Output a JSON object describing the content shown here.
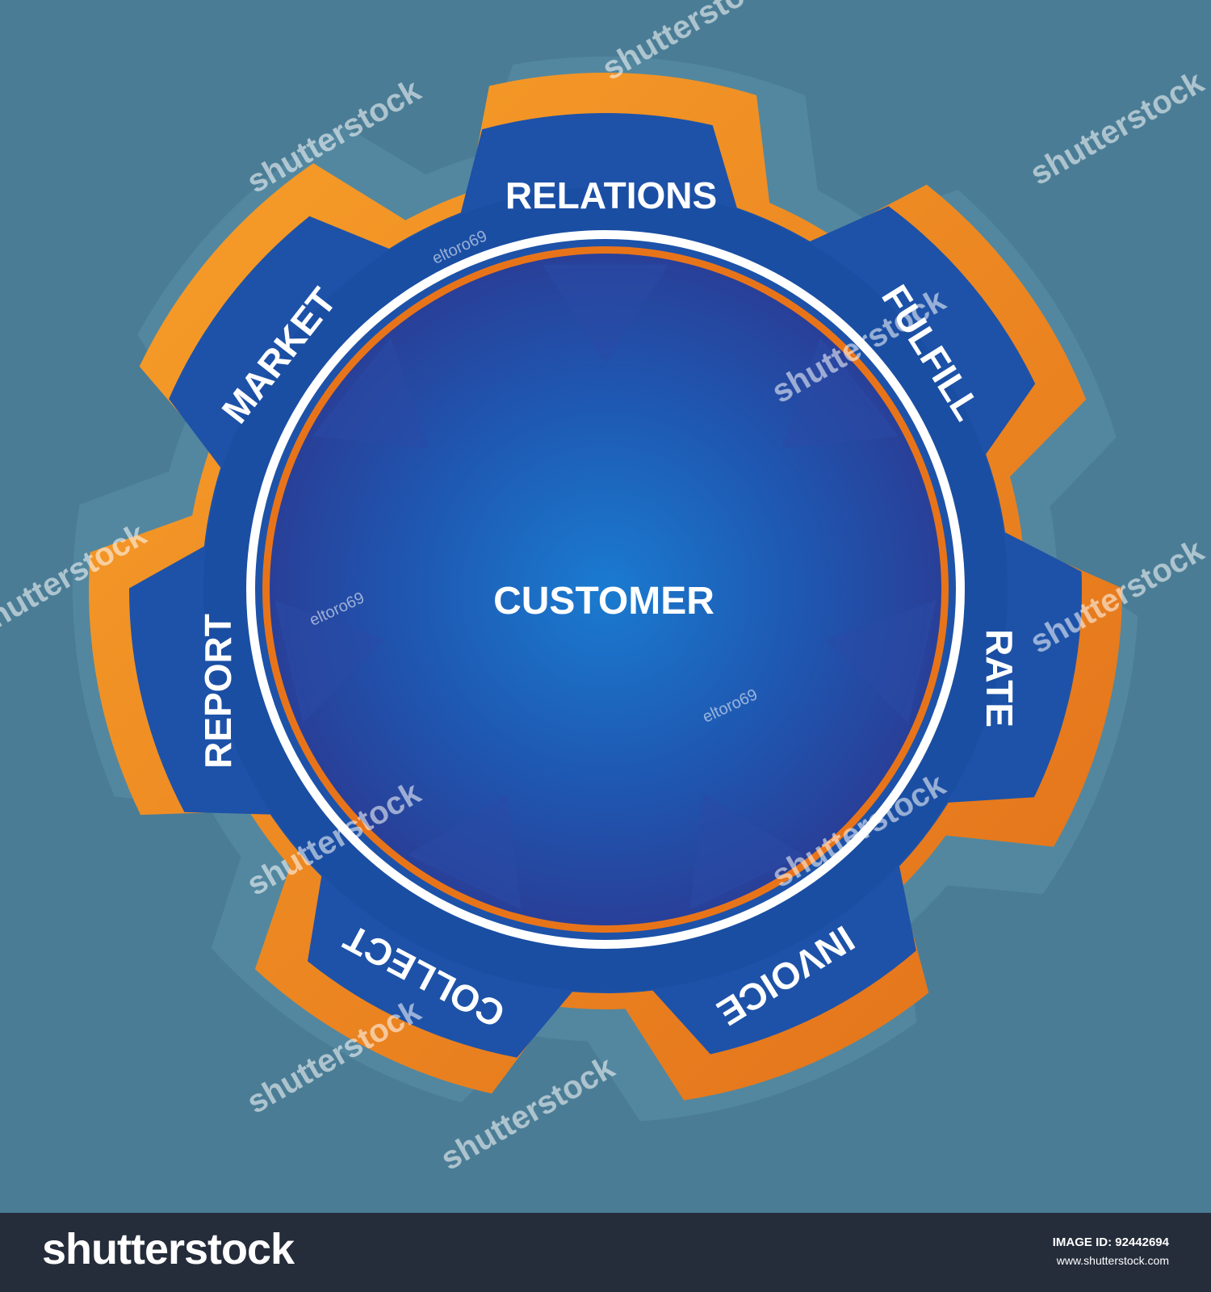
{
  "diagram": {
    "center_label": "CUSTOMER",
    "segments": [
      {
        "label": "RELATIONS"
      },
      {
        "label": "FULFILL"
      },
      {
        "label": "RATE"
      },
      {
        "label": "INVOICE"
      },
      {
        "label": "COLLECT"
      },
      {
        "label": "REPORT"
      },
      {
        "label": "MARKET"
      }
    ],
    "colors": {
      "background": "#4a7c95",
      "ring_blue": "#1d52a8",
      "orange": "#f08a1e",
      "inner_orange": "#e8741a",
      "center_light": "#1a78cc",
      "center_dark": "#2a3990",
      "text": "#ffffff"
    }
  },
  "watermarks": {
    "brand": "shutterstock",
    "author": "eltoro69"
  },
  "footer": {
    "logo": "shutterstock",
    "image_id": "IMAGE ID: 92442694",
    "url": "www.shutterstock.com"
  }
}
